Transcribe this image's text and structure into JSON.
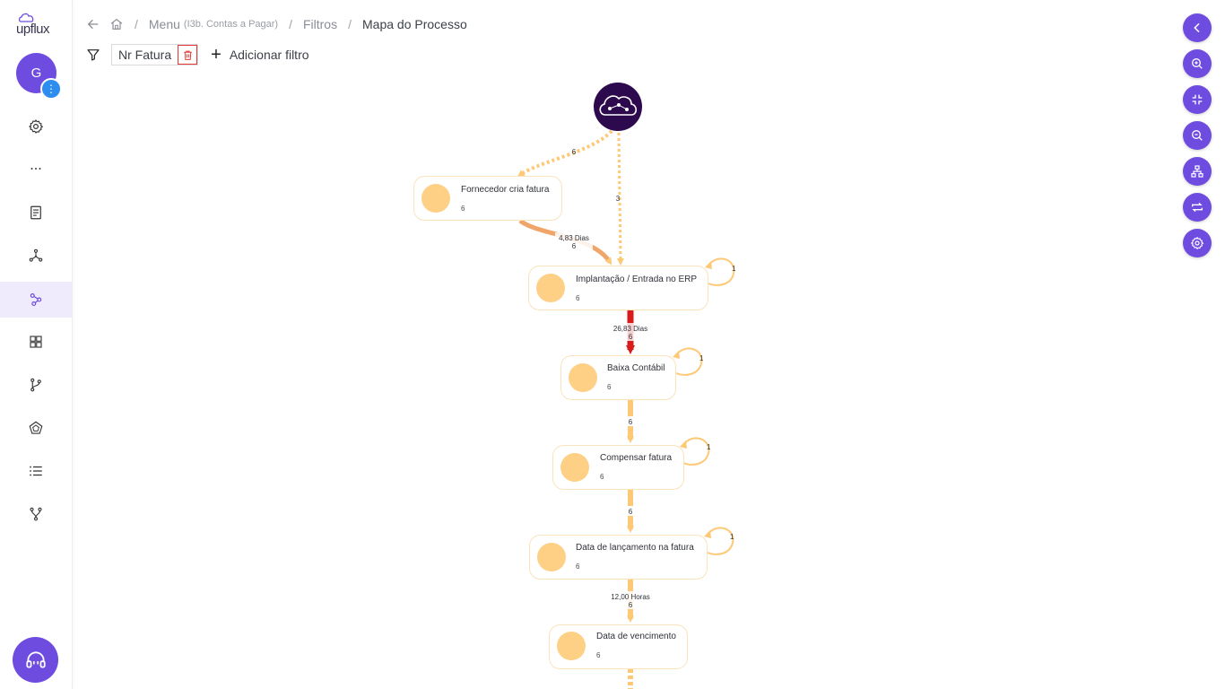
{
  "app": {
    "logo_text": "upflux"
  },
  "user": {
    "initial": "G",
    "menu_icon": "kebab-icon"
  },
  "sidebar": {
    "items": [
      {
        "name": "settings",
        "icon": "gear-icon",
        "active": false
      },
      {
        "name": "more",
        "icon": "more-horizontal-icon",
        "active": false
      },
      {
        "name": "documents",
        "icon": "document-icon",
        "active": false
      },
      {
        "name": "network",
        "icon": "network-icon",
        "active": false
      },
      {
        "name": "process-map",
        "icon": "process-map-icon",
        "active": true
      },
      {
        "name": "dashboards",
        "icon": "grid-icon",
        "active": false
      },
      {
        "name": "variants",
        "icon": "branch-icon",
        "active": false
      },
      {
        "name": "conformance",
        "icon": "pentagon-icon",
        "active": false
      },
      {
        "name": "list",
        "icon": "list-icon",
        "active": false
      },
      {
        "name": "merge",
        "icon": "merge-icon",
        "active": false
      }
    ],
    "support_icon": "headset-icon"
  },
  "breadcrumb": {
    "menu": "Menu",
    "menu_detail": "(I3b. Contas a Pagar)",
    "filters": "Filtros",
    "current": "Mapa do Processo",
    "separator": "/"
  },
  "filters": {
    "chip_label": "Nr Fatura",
    "add_label": "Adicionar filtro"
  },
  "colors": {
    "accent": "#6f4ce0",
    "node_fill": "#fdd085",
    "edge": "#fdc977",
    "edge_strong": "#f0a56a",
    "bottleneck": "#d81b1b",
    "start_node": "#2d0a4e"
  },
  "process_map": {
    "start_icon": "process-start-icon",
    "nodes": [
      {
        "id": "n1",
        "label": "Fornecedor cria fatura",
        "count": "6"
      },
      {
        "id": "n2",
        "label": "Implantação / Entrada no ERP",
        "count": "6",
        "loop": "1"
      },
      {
        "id": "n3",
        "label": "Baixa Contábil",
        "count": "6",
        "loop": "1"
      },
      {
        "id": "n4",
        "label": "Compensar fatura",
        "count": "6",
        "loop": "1"
      },
      {
        "id": "n5",
        "label": "Data de lançamento na fatura",
        "count": "6",
        "loop": "1"
      },
      {
        "id": "n6",
        "label": "Data de vencimento",
        "count": "6"
      }
    ],
    "edges": [
      {
        "from": "start",
        "to": "n1",
        "count": "6",
        "duration": ""
      },
      {
        "from": "start",
        "to": "n2",
        "count": "3",
        "duration": ""
      },
      {
        "from": "n1",
        "to": "n2",
        "count": "6",
        "duration": "4,83 Dias"
      },
      {
        "from": "n2",
        "to": "n3",
        "count": "6",
        "duration": "26,83 Dias"
      },
      {
        "from": "n3",
        "to": "n4",
        "count": "6",
        "duration": ""
      },
      {
        "from": "n4",
        "to": "n5",
        "count": "6",
        "duration": ""
      },
      {
        "from": "n5",
        "to": "n6",
        "count": "6",
        "duration": "12,00 Horas"
      }
    ]
  },
  "toolbar": [
    {
      "name": "collapse",
      "icon": "chevron-left-icon"
    },
    {
      "name": "zoom-in",
      "icon": "zoom-in-icon"
    },
    {
      "name": "fit",
      "icon": "fit-screen-icon"
    },
    {
      "name": "zoom-out",
      "icon": "zoom-out-icon"
    },
    {
      "name": "layout",
      "icon": "hierarchy-icon"
    },
    {
      "name": "repeat",
      "icon": "repeat-icon"
    },
    {
      "name": "settings",
      "icon": "settings-icon"
    }
  ]
}
